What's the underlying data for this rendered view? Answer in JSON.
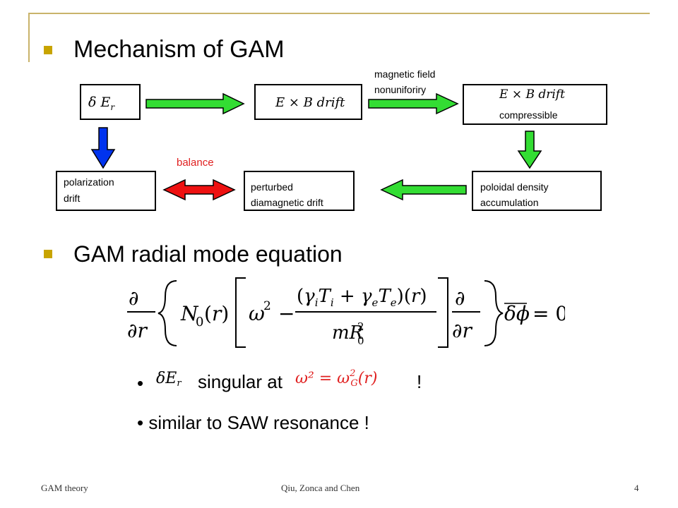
{
  "slide": {
    "title": "Mechanism of GAM",
    "section_title": "GAM radial mode equation"
  },
  "diagram": {
    "box_delta_er": "δ E",
    "box_delta_er_sub": "r",
    "box_exb": "E × B drift",
    "box_exb_compressible_math": "E × B drift",
    "box_exb_compressible_label": "compressible",
    "label_magnetic_1": "magnetic field",
    "label_magnetic_2": "nonuniforiry",
    "label_balance": "balance",
    "box_polarization_1": "polarization",
    "box_polarization_2": "drift",
    "box_perturbed_1": "perturbed",
    "box_perturbed_2": "diamagnetic drift",
    "box_poloidal_1": "poloidal density",
    "box_poloidal_2": "accumulation"
  },
  "equation": {
    "note": "GAM radial mode equation"
  },
  "bullets": {
    "b1_text": "singular at",
    "b1_end": "!",
    "b1_math_lhs": "δE",
    "b1_math_lhs_sub": "r",
    "b1_math_rhs": "ω² = ω",
    "b1_math_rhs_sub": "G",
    "b1_math_rhs_sup": "2",
    "b1_math_rhs_tail": "(r)",
    "b2_text": "• similar to SAW resonance !"
  },
  "footer": {
    "left": "GAM theory",
    "center": "Qiu, Zonca and Chen",
    "page": "4"
  },
  "colors": {
    "accent": "#c8a400",
    "frame": "#c9b36a",
    "green_arrow": "#33dd33",
    "blue_arrow": "#0033ee",
    "red_arrow": "#ee1111",
    "formula_red": "#e02020"
  }
}
